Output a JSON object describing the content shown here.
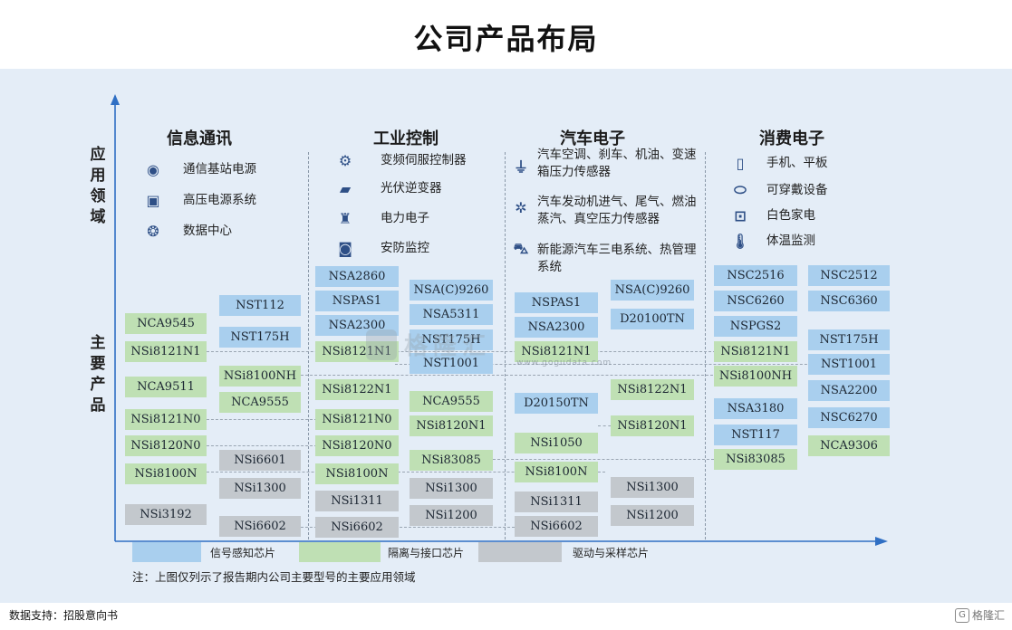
{
  "title": "公司产品布局",
  "yaxis": {
    "application": "应用领域",
    "products": "主要产品"
  },
  "columns": [
    {
      "name": "信息通讯",
      "apps": [
        {
          "icon": "base-station-icon",
          "text": "通信基站电源"
        },
        {
          "icon": "hv-power-icon",
          "text": "高压电源系统"
        },
        {
          "icon": "datacenter-icon",
          "text": "数据中心"
        }
      ]
    },
    {
      "name": "工业控制",
      "apps": [
        {
          "icon": "servo-icon",
          "text": "变频伺服控制器"
        },
        {
          "icon": "inverter-icon",
          "text": "光伏逆变器"
        },
        {
          "icon": "power-electronics-icon",
          "text": "电力电子"
        },
        {
          "icon": "security-icon",
          "text": "安防监控"
        }
      ]
    },
    {
      "name": "汽车电子",
      "apps": [
        {
          "icon": "pressure-sensor-icon",
          "text": "汽车空调、刹车、机油、变速箱压力传感器"
        },
        {
          "icon": "engine-icon",
          "text": "汽车发动机进气、尾气、燃油蒸汽、真空压力传感器"
        },
        {
          "icon": "ev-icon",
          "text": "新能源汽车三电系统、热管理系统"
        }
      ]
    },
    {
      "name": "消费电子",
      "apps": [
        {
          "icon": "phone-icon",
          "text": "手机、平板"
        },
        {
          "icon": "wearable-icon",
          "text": "可穿戴设备"
        },
        {
          "icon": "appliance-icon",
          "text": "白色家电"
        },
        {
          "icon": "thermometer-icon",
          "text": "体温监测"
        }
      ]
    }
  ],
  "products": {
    "col1": [
      "NCA9545",
      "NSi8121N1",
      "NCA9511",
      "NSi8121N0",
      "NSi8120N0",
      "NSi8100N",
      "NSi3192"
    ],
    "col2": [
      "NST112",
      "NST175H",
      "NSi8100NH",
      "NCA9555",
      "NSi6601",
      "NSi1300",
      "NSi6602"
    ],
    "col3": [
      "NSA2860",
      "NSPAS1",
      "NSA2300",
      "NSi8121N1",
      "NSi8122N1",
      "NSi8121N0",
      "NSi8120N0",
      "NSi8100N",
      "NSi1311",
      "NSi6602"
    ],
    "col4": [
      "NSA(C)9260",
      "NSA5311",
      "NST175H",
      "NST1001",
      "NCA9555",
      "NSi8120N1",
      "NSi83085",
      "NSi1300",
      "NSi1200"
    ],
    "col5": [
      "NSPAS1",
      "NSA2300",
      "NSi8121N1",
      "D20150TN",
      "NSi1050",
      "NSi8100N",
      "NSi1311",
      "NSi6602"
    ],
    "col6": [
      "NSA(C)9260",
      "D20100TN",
      "NSi8122N1",
      "NSi8120N1",
      "NSi1300",
      "NSi1200"
    ],
    "col7": [
      "NSC2516",
      "NSC6260",
      "NSPGS2",
      "NSi8121N1",
      "NSi8100NH",
      "NSA3180",
      "NST117",
      "NSi83085"
    ],
    "col8": [
      "NSC2512",
      "NSC6360",
      "NST175H",
      "NST1001",
      "NSA2200",
      "NSC6270",
      "NCA9306"
    ]
  },
  "legend": [
    {
      "label": "信号感知芯片",
      "color": "#a9cfee"
    },
    {
      "label": "隔离与接口芯片",
      "color": "#bfe0b4"
    },
    {
      "label": "驱动与采样芯片",
      "color": "#c3c8cd"
    }
  ],
  "note": "注：上图仅列示了报告期内公司主要型号的主要应用领域",
  "source": "数据支持：招股意向书",
  "watermark": {
    "name": "格隆汇",
    "sub": "www.gogudata.com"
  },
  "brand": "格隆汇"
}
